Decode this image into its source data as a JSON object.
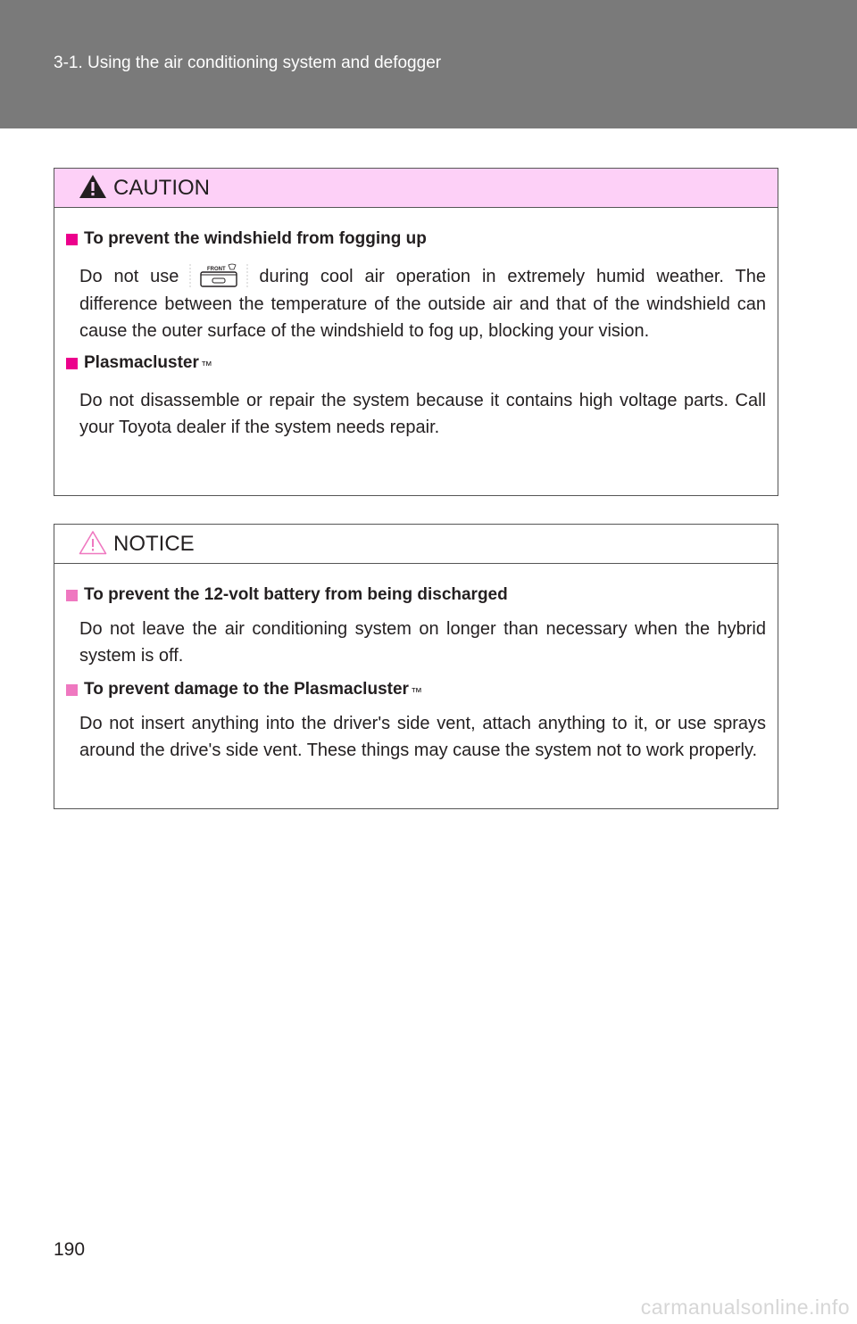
{
  "header": {
    "section_title": "3-1. Using the air conditioning system and defogger"
  },
  "caution": {
    "label": "CAUTION",
    "items": [
      {
        "heading": "To prevent the windshield from fogging up",
        "text_before": "Do not use",
        "button_label": "FRONT",
        "text_after": "during cool air operation in extremely humid weather. The difference between the temperature of the outside air and that of the windshield can cause the outer surface of the windshield to fog up, blocking your vision."
      },
      {
        "heading": "Plasmacluster",
        "trademark": "™",
        "text": "Do not disassemble or repair the system because it contains high voltage parts. Call your Toyota dealer if the system needs repair."
      }
    ]
  },
  "notice": {
    "label": "NOTICE",
    "items": [
      {
        "heading": "To prevent the 12-volt battery from being discharged",
        "text": "Do not leave the air conditioning system on longer than necessary when the hybrid system is off."
      },
      {
        "heading": "To prevent damage to the Plasmacluster",
        "trademark": "™",
        "text": "Do not insert anything into the driver's side vent, attach anything to it, or use sprays around the drive's side vent. These things may cause the system not to work properly."
      }
    ]
  },
  "footer": {
    "page_number": "190",
    "watermark": "carmanualsonline.info"
  },
  "colors": {
    "header_bg": "#7a7a7a",
    "caution_bg": "#fdd0f7",
    "caution_bullet": "#ec008c",
    "notice_bullet": "#ef78c0"
  }
}
